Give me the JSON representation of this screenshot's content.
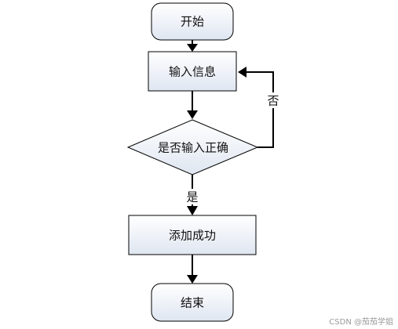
{
  "diagram": {
    "nodes": {
      "start": "开始",
      "input": "输入信息",
      "check": "是否输入正确",
      "success": "添加成功",
      "end": "结束"
    },
    "edges": {
      "yes_label": "是",
      "no_label": "否"
    }
  },
  "watermark": "CSDN @茄茄学姐",
  "colors": {
    "node_fill_top": "#ffffff",
    "node_fill_bottom": "#dfe6f1",
    "node_stroke": "#000000",
    "edge": "#000000"
  }
}
